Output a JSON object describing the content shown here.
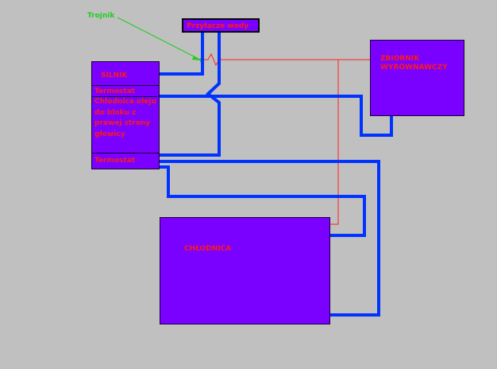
{
  "callout": {
    "text": "Trojnik"
  },
  "header_box": {
    "label": "Przyłącze wody"
  },
  "silnik": {
    "title": "SILNIK",
    "sections": [
      "Termostat",
      "Chłodnica oleju do bloku z prawej strony głowicy",
      "Termostat"
    ]
  },
  "zbiornik": {
    "title": "ZBIORNIK WYRÓWNAWCZY"
  },
  "chlodnica": {
    "title": "CHŁODNICA"
  },
  "colors": {
    "background": "#c0c0c0",
    "box_fill": "#7a00ff",
    "text": "#ff1a1a",
    "pipe_main": "#0033ff",
    "pipe_vent": "#ff2020",
    "callout": "#22cc22"
  }
}
